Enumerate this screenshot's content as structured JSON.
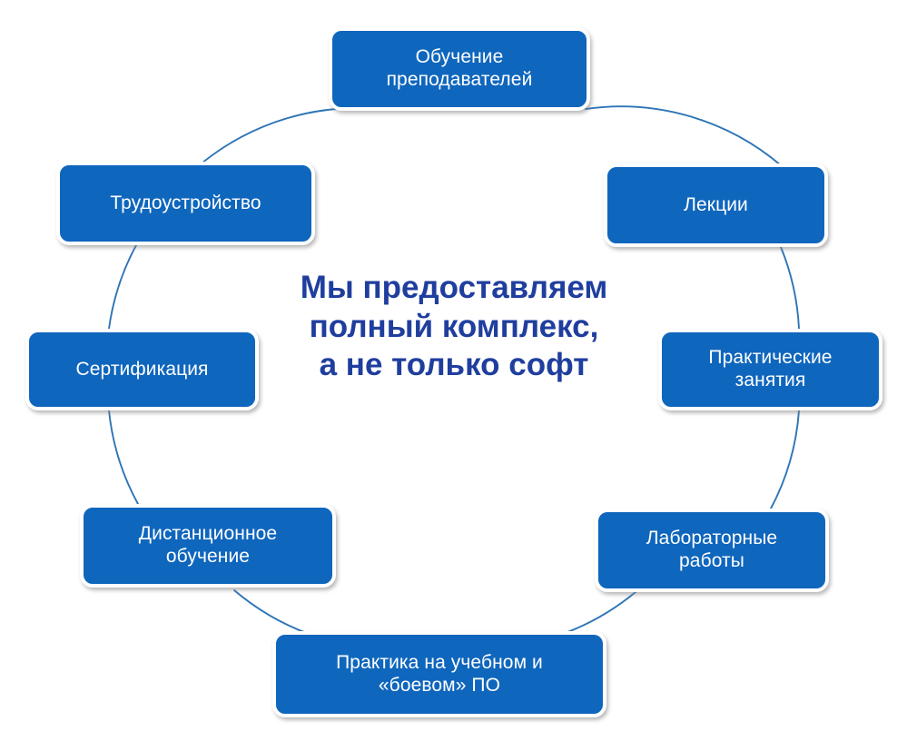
{
  "diagram": {
    "type": "cycle-diagram",
    "center_text": "Мы предоставляем\nполный комплекс,\nа не только софт",
    "colors": {
      "node_fill": "#0f66bd",
      "node_border": "#ffffff",
      "node_text": "#ffffff",
      "center_text": "#1f3e9e",
      "arc_line": "#2e75b6",
      "background": "#ffffff"
    },
    "nodes": [
      {
        "id": "teacher-training",
        "label": "Обучение\nпреподавателей",
        "position": "top"
      },
      {
        "id": "lectures",
        "label": "Лекции",
        "position": "top-right"
      },
      {
        "id": "practical-classes",
        "label": "Практические\nзанятия",
        "position": "right"
      },
      {
        "id": "lab-works",
        "label": "Лабораторные\nработы",
        "position": "bottom-right"
      },
      {
        "id": "practice-on-software",
        "label": "Практика на учебном и\n«боевом» ПО",
        "position": "bottom"
      },
      {
        "id": "distance-learning",
        "label": "Дистанционное\nобучение",
        "position": "bottom-left"
      },
      {
        "id": "certification",
        "label": "Сертификация",
        "position": "left"
      },
      {
        "id": "employment",
        "label": "Трудоустройство",
        "position": "top-left"
      }
    ]
  }
}
